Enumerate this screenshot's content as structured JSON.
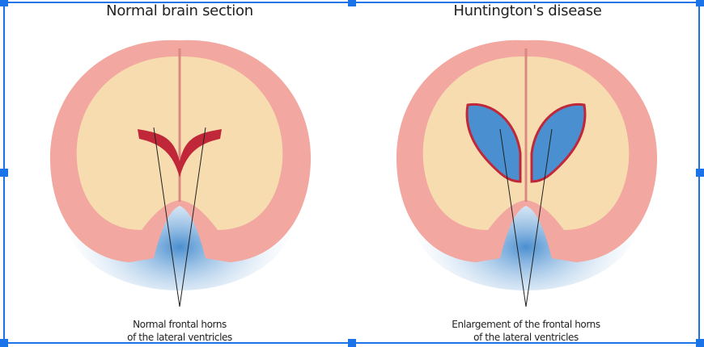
{
  "panels": [
    {
      "title": "Normal brain section",
      "caption_line1": "Normal frontal horns",
      "caption_line2": "of the lateral ventricles",
      "ventricle": "normal"
    },
    {
      "title": "Huntington's disease",
      "caption_line1": "Enlargement of the frontal horns",
      "caption_line2": "of the lateral ventricles",
      "ventricle": "enlarged"
    }
  ],
  "colors": {
    "selection": "#1a73e8",
    "cortex": "#f2a7a0",
    "white_matter": "#f7dcb0",
    "ventricle_normal": "#c0283a",
    "ventricle_enlarged": "#4a8fd0"
  }
}
